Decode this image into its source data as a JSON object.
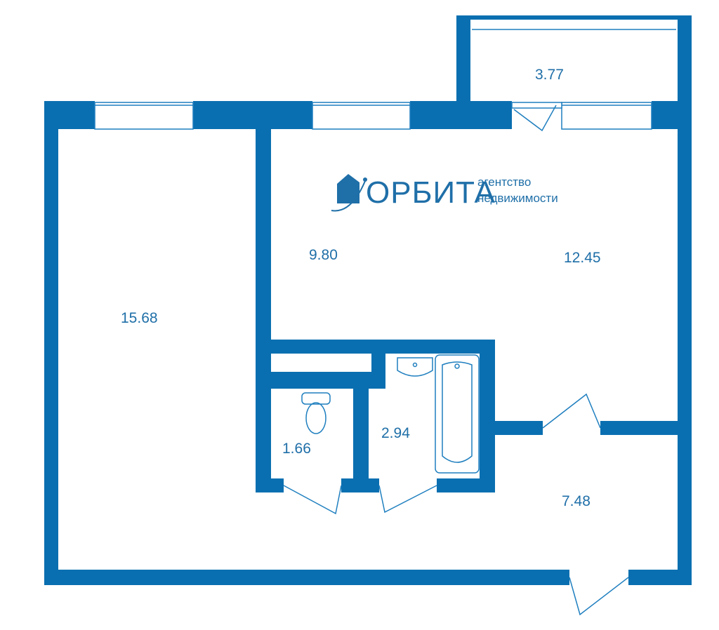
{
  "colors": {
    "wall": "#0a6fb0",
    "line": "#1f7fbf",
    "text": "#1f6fa8",
    "background": "#ffffff"
  },
  "logo": {
    "icon": "house-orbit-icon",
    "brand": "ОРБИТА",
    "tagline_1": "агентство",
    "tagline_2": "недвижимости"
  },
  "rooms": {
    "balcony": {
      "area": "3.77"
    },
    "bedroom": {
      "area": "15.68"
    },
    "kitchen_left": {
      "area": "9.80"
    },
    "kitchen_right": {
      "area": "12.45"
    },
    "toilet": {
      "area": "1.66"
    },
    "bathroom": {
      "area": "2.94"
    },
    "hallway": {
      "area": "7.48"
    }
  }
}
